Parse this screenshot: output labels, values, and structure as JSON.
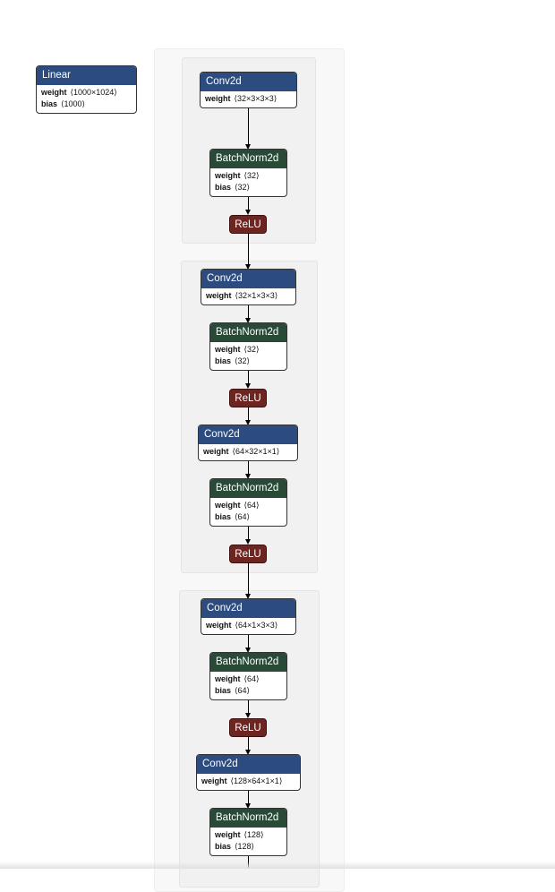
{
  "linear": {
    "title": "Linear",
    "params": [
      {
        "name": "weight",
        "shape": "⟨1000×1024⟩"
      },
      {
        "name": "bias",
        "shape": "⟨1000⟩"
      }
    ]
  },
  "blocks": [
    {
      "conv": {
        "title": "Conv2d",
        "params": [
          {
            "name": "weight",
            "shape": "⟨32×3×3×3⟩"
          }
        ]
      },
      "bn": {
        "title": "BatchNorm2d",
        "params": [
          {
            "name": "weight",
            "shape": "⟨32⟩"
          },
          {
            "name": "bias",
            "shape": "⟨32⟩"
          }
        ]
      },
      "relu": "ReLU"
    },
    {
      "conv1": {
        "title": "Conv2d",
        "params": [
          {
            "name": "weight",
            "shape": "⟨32×1×3×3⟩"
          }
        ]
      },
      "bn1": {
        "title": "BatchNorm2d",
        "params": [
          {
            "name": "weight",
            "shape": "⟨32⟩"
          },
          {
            "name": "bias",
            "shape": "⟨32⟩"
          }
        ]
      },
      "relu1": "ReLU",
      "conv2": {
        "title": "Conv2d",
        "params": [
          {
            "name": "weight",
            "shape": "⟨64×32×1×1⟩"
          }
        ]
      },
      "bn2": {
        "title": "BatchNorm2d",
        "params": [
          {
            "name": "weight",
            "shape": "⟨64⟩"
          },
          {
            "name": "bias",
            "shape": "⟨64⟩"
          }
        ]
      },
      "relu2": "ReLU"
    },
    {
      "conv1": {
        "title": "Conv2d",
        "params": [
          {
            "name": "weight",
            "shape": "⟨64×1×3×3⟩"
          }
        ]
      },
      "bn1": {
        "title": "BatchNorm2d",
        "params": [
          {
            "name": "weight",
            "shape": "⟨64⟩"
          },
          {
            "name": "bias",
            "shape": "⟨64⟩"
          }
        ]
      },
      "relu1": "ReLU",
      "conv2": {
        "title": "Conv2d",
        "params": [
          {
            "name": "weight",
            "shape": "⟨128×64×1×1⟩"
          }
        ]
      },
      "bn2": {
        "title": "BatchNorm2d",
        "params": [
          {
            "name": "weight",
            "shape": "⟨128⟩"
          },
          {
            "name": "bias",
            "shape": "⟨128⟩"
          }
        ]
      }
    }
  ],
  "colors": {
    "conv_header": "#2c4c80",
    "batchnorm_header": "#2a4a38",
    "relu": "#6e2421",
    "linear_header": "#2c4c80"
  }
}
